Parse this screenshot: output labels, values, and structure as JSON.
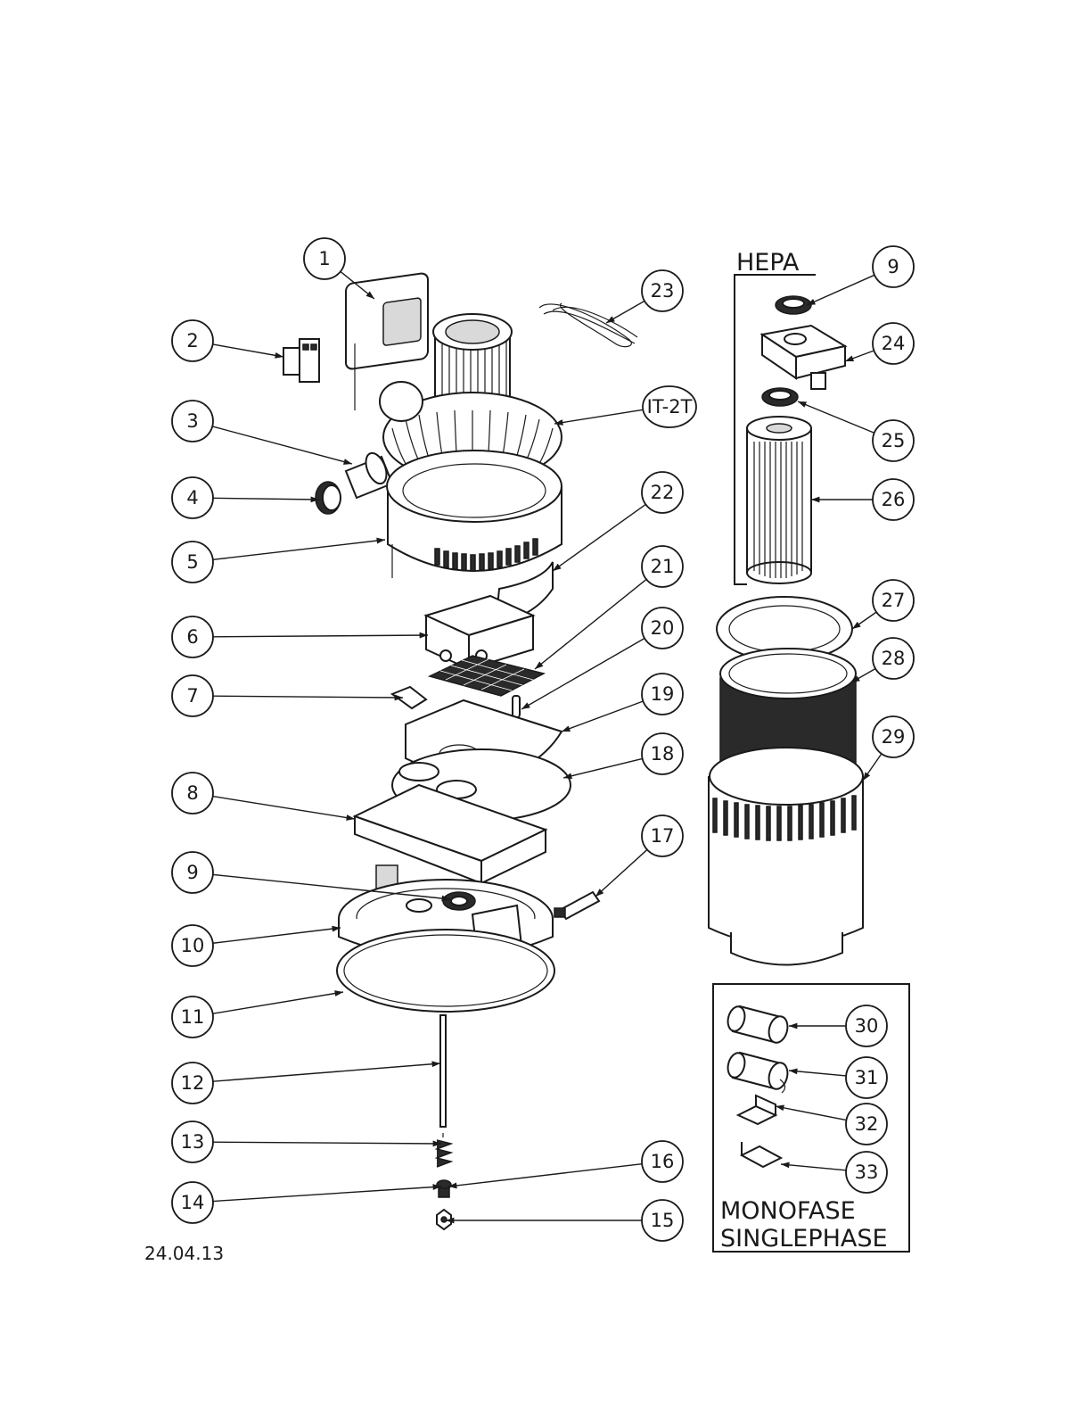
{
  "hepa_title": "HEPA",
  "monofase_title": "MONOFASE",
  "singlephase_title": "SINGLEPHASE",
  "date": "24.04.13",
  "callouts": [
    "1",
    "2",
    "3",
    "4",
    "5",
    "6",
    "7",
    "8",
    "9",
    "10",
    "11",
    "12",
    "13",
    "14",
    "15",
    "16",
    "17",
    "18",
    "19",
    "20",
    "21",
    "22",
    "23",
    "IT-2T",
    "9",
    "24",
    "25",
    "26",
    "27",
    "28",
    "29",
    "30",
    "31",
    "32",
    "33"
  ]
}
